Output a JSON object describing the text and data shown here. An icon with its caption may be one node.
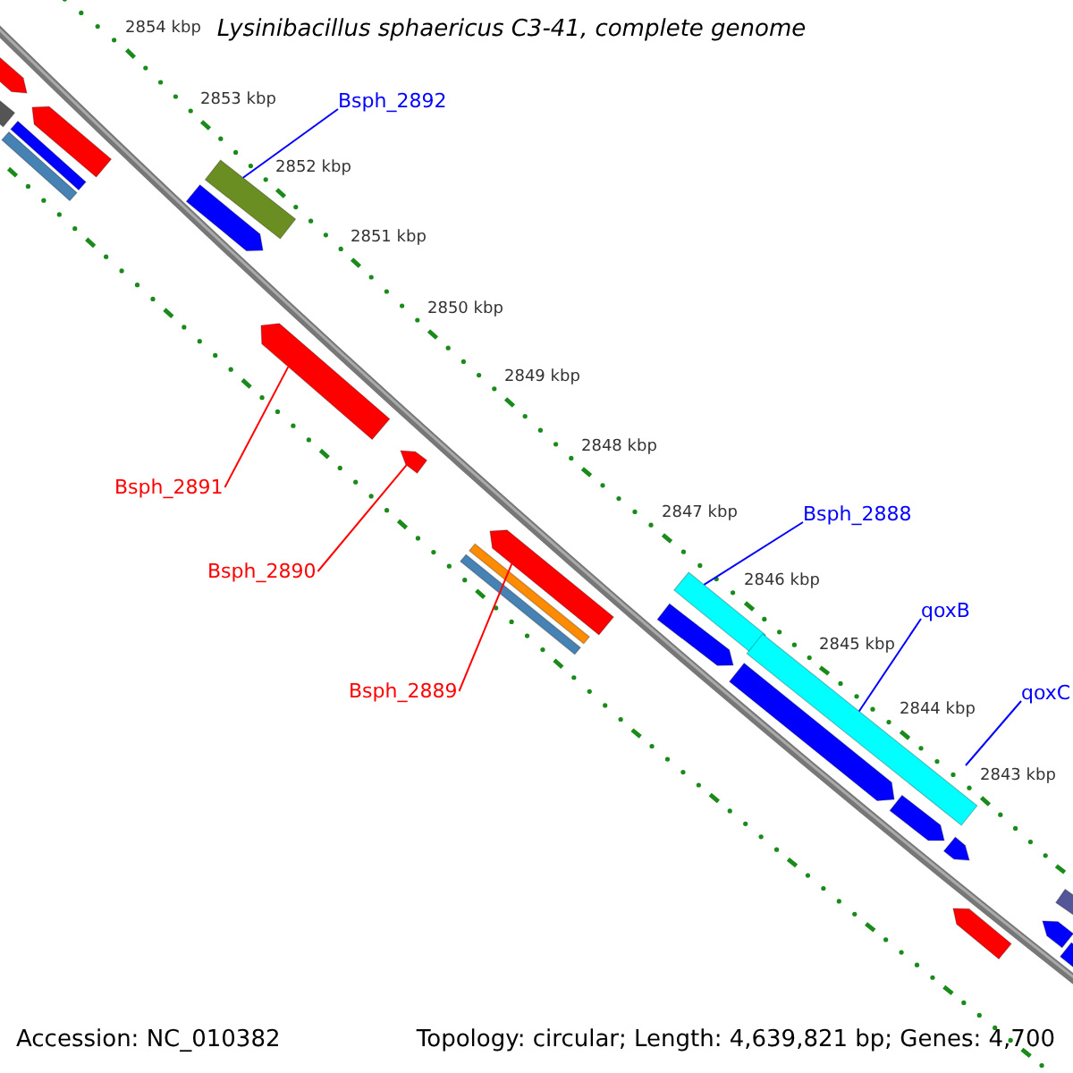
{
  "diagram": {
    "title": "Lysinibacillus sphaericus C3-41, complete genome",
    "nodes": [
      {
        "text": [
          "Bsph_2892"
        ]
      },
      {
        "text": [],
        "shape": "bar"
      },
      {
        "text": [
          "Bsph_2891"
        ]
      },
      {
        "text": [],
        "shape": "bar"
      },
      {
        "text": [
          "Bsph_2890"
        ]
      },
      {
        "text": [],
        "shape": "bar"
      },
      {
        "text": [
          "Bsph_2889"
        ]
      },
      {
        "text": [],
        "shape": "bar"
      },
      {
        "text": [
          "Bsph_2888"
        ]
      },
      {
        "text": [],
        "shape": "bar"
      },
      {
        "text": [
          "qoxB"
        ]
      },
      {
        "text": [],
        "shape": "bar"
      },
      {
        "text": [
          "qoxC"
        ]
      },
      {
        "text": [],
        "shape": "bar"
      },
      {
        "text": [],
        "shape": "bar"
      },
      {
        "text": [],
        "shape": "bar"
      },
      {
        "text": [],
        "shape": "bar"
      },
      {
        "text": [],
        "shape": "bar"
      },
      {
        "text": [],
        "shape": "bar"
      },
      {
        "text": [],
        "shape": "bar"
      },
      {
        "text": [],
        "shape": "bar"
      },
      {
        "text": [],
        "shape": "bar"
      },
      {
        "text": [],
        "shape": "bar"
      },
      {
        "text": [],
        "shape": "bar"
      },
      {
        "text": [],
        "shape": "bar"
      },
      {
        "text": [],
        "shape": "bar"
      },
      {
        "text": [],
        "shape": "bar"
      },
      {
        "text": [],
        "shape": "bar"
      },
      {
        "text": [],
        "shape": "bar"
      }
    ],
    "edges": [
      {
        "from": 0,
        "to": 1,
        "arrow": "none"
      },
      {
        "from": 2,
        "to": 3,
        "arrow": "none",
        "color": "#ff0000"
      },
      {
        "from": 4,
        "to": 5,
        "arrow": "none",
        "color": "#ff0000"
      },
      {
        "from": 6,
        "to": 7,
        "arrow": "none",
        "color": "#ff0000"
      },
      {
        "from": 8,
        "to": 9,
        "arrow": "none"
      },
      {
        "from": 10,
        "to": 11,
        "arrow": "none"
      },
      {
        "from": 12,
        "to": null,
        "arrow": "none"
      }
    ],
    "labels": [
      "2854 kbp",
      "2853 kbp",
      "2852 kbp",
      "2851 kbp",
      "2850 kbp",
      "2849 kbp",
      "2848 kbp",
      "2847 kbp",
      "2846 kbp",
      "2845 kbp",
      "2844 kbp",
      "2843 kbp",
      "Accession: NC_010382",
      "Topology: circular; Length: 4,639,821 bp; Genes: 4,700"
    ]
  }
}
